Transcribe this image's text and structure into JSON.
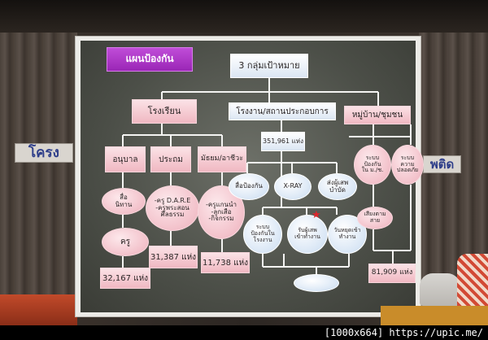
{
  "slide": {
    "plan_label": "แผนป้องกัน",
    "top_node": "3 กลุ่มเป้าหมาย",
    "branches": {
      "school": "โรงเรียน",
      "factory": "โรงงาน/สถานประกอบการ",
      "village": "หมู่บ้าน/ชุมชน"
    },
    "school_levels": {
      "kindergarten": "อนุบาล",
      "primary": "ประถม",
      "secondary": "มัธยม/อาชีวะ"
    },
    "school_items": {
      "media": "สื่อ\nนิทาน",
      "teacher": "ครู",
      "dare": "-ครู D.A.R.E\n-ครูพระสอน\nศีลธรรม",
      "leaders": "-ครูแกนนำ\n-ลูกเสือ\n-กิจกรรม"
    },
    "school_counts": {
      "kindergarten": "32,167 แห่ง",
      "primary": "31,387 แห่ง",
      "secondary": "11,738 แห่ง"
    },
    "factory_count": "351,961 แห่ง",
    "factory_items": {
      "media": "สื่อป้องกัน",
      "xray": "X-RAY",
      "refer": "ส่งผู้เสพ\nบำบัด",
      "system": "ระบบ\nป้องกันใน\nโรงงาน",
      "accept": "รับผู้เสพ\nเข้าทำงาน",
      "welfare": "วันหยุดเข้า\nทำงาน"
    },
    "village_items": {
      "system": "ระบบ\nป้องกัน\nใน ม./ช.",
      "security": "ระบบ\nความ\nปลอดภัย",
      "peace": "เสียงตาม\nสาย"
    },
    "village_count": "81,909 แห่ง"
  },
  "wall_signs": {
    "left": "โครง",
    "right": "พติด"
  },
  "watermark": "[1000x664] https://upic.me/",
  "colors": {
    "pink": "#f0b8c2",
    "blue": "#dbe6f3",
    "purple": "#9a26b6",
    "star": "#e0262c"
  }
}
